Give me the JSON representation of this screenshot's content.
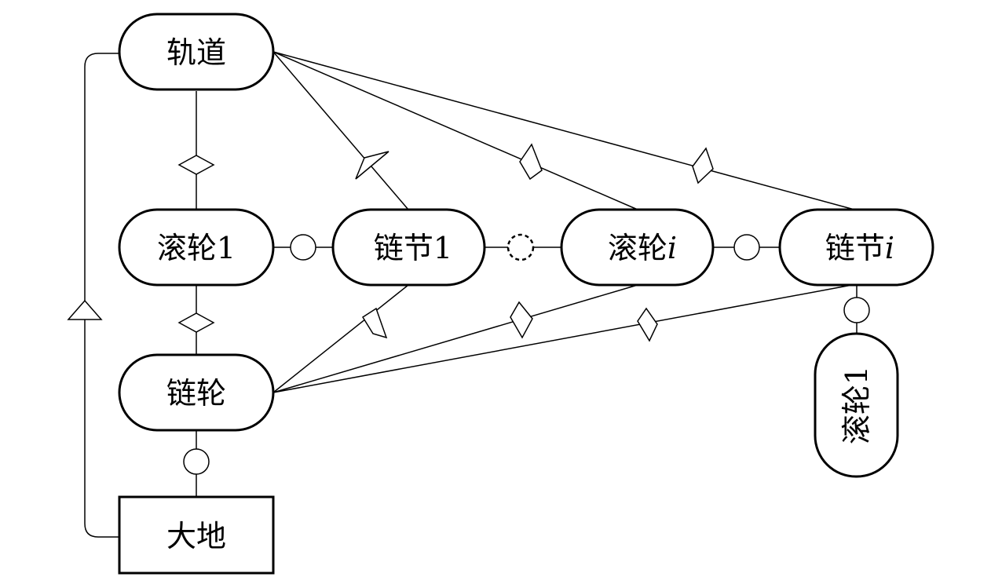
{
  "nodes": {
    "track": {
      "label": "轨道"
    },
    "roller_1": {
      "label": "滚轮1"
    },
    "link_1": {
      "label": "链节1"
    },
    "roller_i": {
      "label": "滚轮",
      "suffix": "i"
    },
    "link_i": {
      "label": "链节",
      "suffix": "i"
    },
    "sprocket": {
      "label": "链轮"
    },
    "ground": {
      "label": "大地"
    },
    "roller_1_vertical": {
      "label": "滚轮1"
    }
  },
  "joints": {
    "revolute": "circle",
    "revolute_dashed": "dashed-circle",
    "planar_contact": "diamond",
    "prismatic": "triangle"
  }
}
